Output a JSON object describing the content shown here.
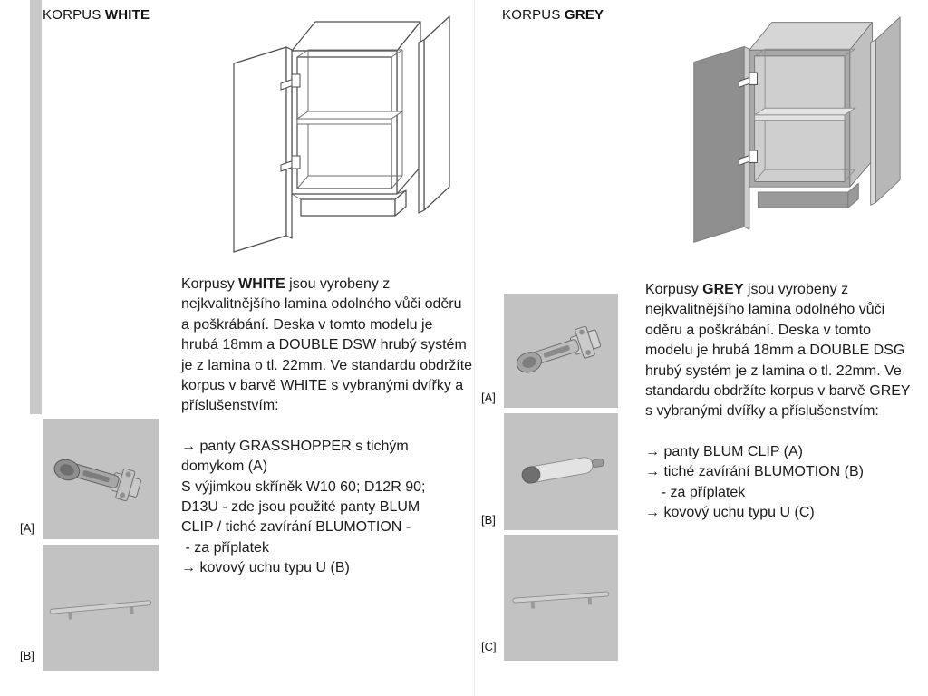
{
  "colors": {
    "page_bg": "#ffffff",
    "text": "#1b1b1b",
    "photo_box_bg": "#c2c2c2",
    "left_strip": "#c9c9c9",
    "line_stroke": "#4c4c4c",
    "corpus_top": "#d6d6d6",
    "corpus_front": "#a9a9a9",
    "corpus_side": "#c0c0c0",
    "corpus_interior": "#cfcfcf",
    "corpus_shelf": "#e3e3e3",
    "corpus_door": "#8f8f8f",
    "corpus_door_edge": "#cdcdcd",
    "corpus_plinth": "#9a9a9a",
    "corpus_panel": "#b7b7b7"
  },
  "left": {
    "heading_prefix": "KORPUS ",
    "heading_bold": "WHITE",
    "cabinet_drawing": "white-base-cabinet-open-door-line-drawing",
    "para": {
      "pre": "Korpusy ",
      "bold": "WHITE",
      "post": " jsou vyrobeny z nejkvalitnějšího lamina odolného vůči oděru a poškrábání. Deska v tomto modelu je hrubá 18mm a DOUBLE DSW hrubý systém je z lamina o tl. 22mm. Ve standardu obdržíte korpus v barvě WHITE s vybranými dvířky a příslušenstvím:"
    },
    "list": [
      "→ panty GRASSHOPPER s tichým",
      "domykom (A)",
      "S výjimkou skříněk W10 60; D12R 90;",
      "D13U - zde jsou použité panty BLUM",
      "CLIP / tiché zavírání BLUMOTION -",
      " - za příplatek",
      "→ kovový uchu typu U (B)"
    ],
    "figures": [
      {
        "label": "[A]",
        "image": "concealed-hinge-photo"
      },
      {
        "label": "[B]",
        "image": "u-handle-photo"
      }
    ]
  },
  "right": {
    "heading_prefix": "KORPUS ",
    "heading_bold": "GREY",
    "cabinet_drawing": "grey-base-cabinet-open-door-drawing",
    "para": {
      "pre": "Korpusy ",
      "bold": "GREY",
      "post": " jsou vyrobeny z nejkvalitnějšího lamina odolného vůči oděru a poškrábání. Deska v tomto modelu je hrubá 18mm a DOUBLE DSG hrubý systém je z lamina o tl. 22mm. Ve standardu obdržíte korpus v barvě GREY s vybranými dvířky a příslušenstvím:"
    },
    "list": [
      "→ panty BLUM CLIP (A)",
      "→ tiché zavírání BLUMOTION (B)",
      "    - za příplatek",
      "→ kovový uchu typu U (C)"
    ],
    "figures": [
      {
        "label": "[A]",
        "image": "blum-clip-hinge-photo"
      },
      {
        "label": "[B]",
        "image": "blumotion-damper-photo"
      },
      {
        "label": "[C]",
        "image": "u-handle-photo"
      }
    ]
  }
}
